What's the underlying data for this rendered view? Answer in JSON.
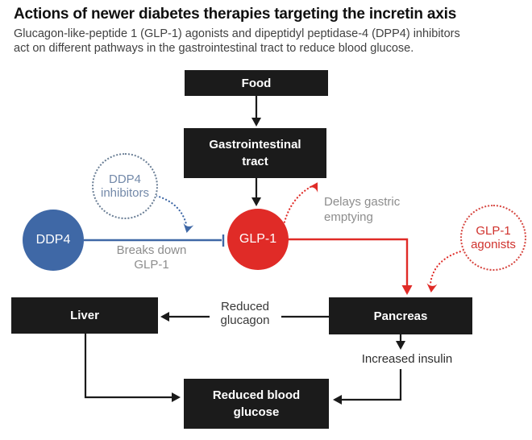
{
  "header": {
    "title": "Actions of newer diabetes therapies targeting the incretin axis",
    "subtitle_line1": "Glucagon-like-peptide 1 (GLP-1) agonists and dipeptidyl peptidase-4 (DPP4) inhibitors",
    "subtitle_line2": "act on different pathways in the gastrointestinal tract to reduce blood glucose."
  },
  "nodes": {
    "food": {
      "label": "Food"
    },
    "gi_tract": {
      "label": "Gastrointestinal tract"
    },
    "liver": {
      "label": "Liver"
    },
    "pancreas": {
      "label": "Pancreas"
    },
    "reduced_blood_glucose": {
      "label": "Reduced blood glucose"
    },
    "ddp4": {
      "label": "DDP4"
    },
    "glp1": {
      "label": "GLP-1"
    },
    "ddp4_inhibitors": {
      "label": "DDP4 inhibitors"
    },
    "glp1_agonists": {
      "label": "GLP-1 agonists"
    }
  },
  "edges": {
    "breaks_down": {
      "label": "Breaks down GLP-1"
    },
    "delays_gastric": {
      "label": "Delays gastric emptying"
    },
    "reduced_glucagon": {
      "label": "Reduced glucagon"
    },
    "increased_insulin": {
      "label": "Increased insulin"
    }
  },
  "colors": {
    "box_background": "#1b1b1b",
    "box_text": "#ffffff",
    "ddp4_blue": "#3f68a6",
    "glp1_red": "#e02b27",
    "inhibitors_text_blue": "#7389a9",
    "agonists_text_red": "#d0322d",
    "gray_edge_label": "#8d8d8d",
    "dark_edge_label": "#383838",
    "black_line": "#1a1a1a"
  }
}
